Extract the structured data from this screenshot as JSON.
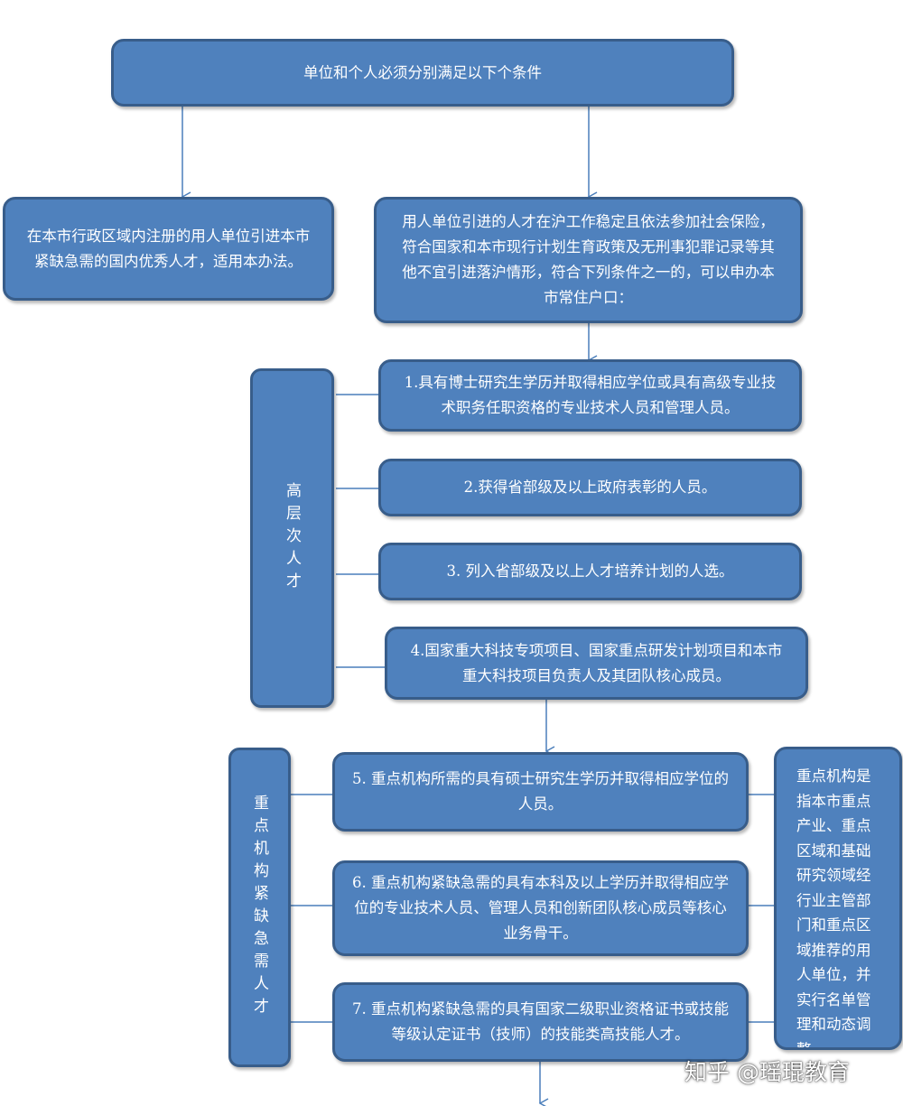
{
  "top": "单位和个人必须分别满足以下个条件",
  "left_box": "在本市行政区域内注册的用人单位引进本市紧缺急需的国内优秀人才，适用本办法。",
  "right_box": "用人单位引进的人才在沪工作稳定且依法参加社会保险，符合国家和本市现行计划生育政策及无刑事犯罪记录等其他不宜引进落沪情形，符合下列条件之一的，可以申办本市常住户口：",
  "high_level": {
    "label": "高层次人才",
    "items": [
      "1.具有博士研究生学历并取得相应学位或具有高级专业技术职务任职资格的专业技术人员和管理人员。",
      "2.获得省部级及以上政府表彰的人员。",
      "3. 列入省部级及以上人才培养计划的人选。",
      "4.国家重大科技专项项目、国家重点研发计划项目和本市重大科技项目负责人及其团队核心成员。"
    ]
  },
  "key_institution": {
    "label": "重点机构紧缺急需人才",
    "items": [
      "5. 重点机构所需的具有硕士研究生学历并取得相应学位的人员。",
      "6. 重点机构紧缺急需的具有本科及以上学历并取得相应学位的专业技术人员、管理人员和创新团队核心成员等核心业务骨干。",
      "7. 重点机构紧缺急需的具有国家二级职业资格证书或技能等级认定证书（技师）的技能类高技能人才。"
    ],
    "note": "重点机构是指本市重点产业、重点区域和基础研究领域经行业主管部门和重点区域推荐的用人单位，并实行名单管理和动态调整。"
  },
  "watermark": "知乎 @瑶琨教育",
  "colors": {
    "box_fill": "#4f81bd",
    "box_border": "#385d8a",
    "connector": "#4a7ebb"
  }
}
